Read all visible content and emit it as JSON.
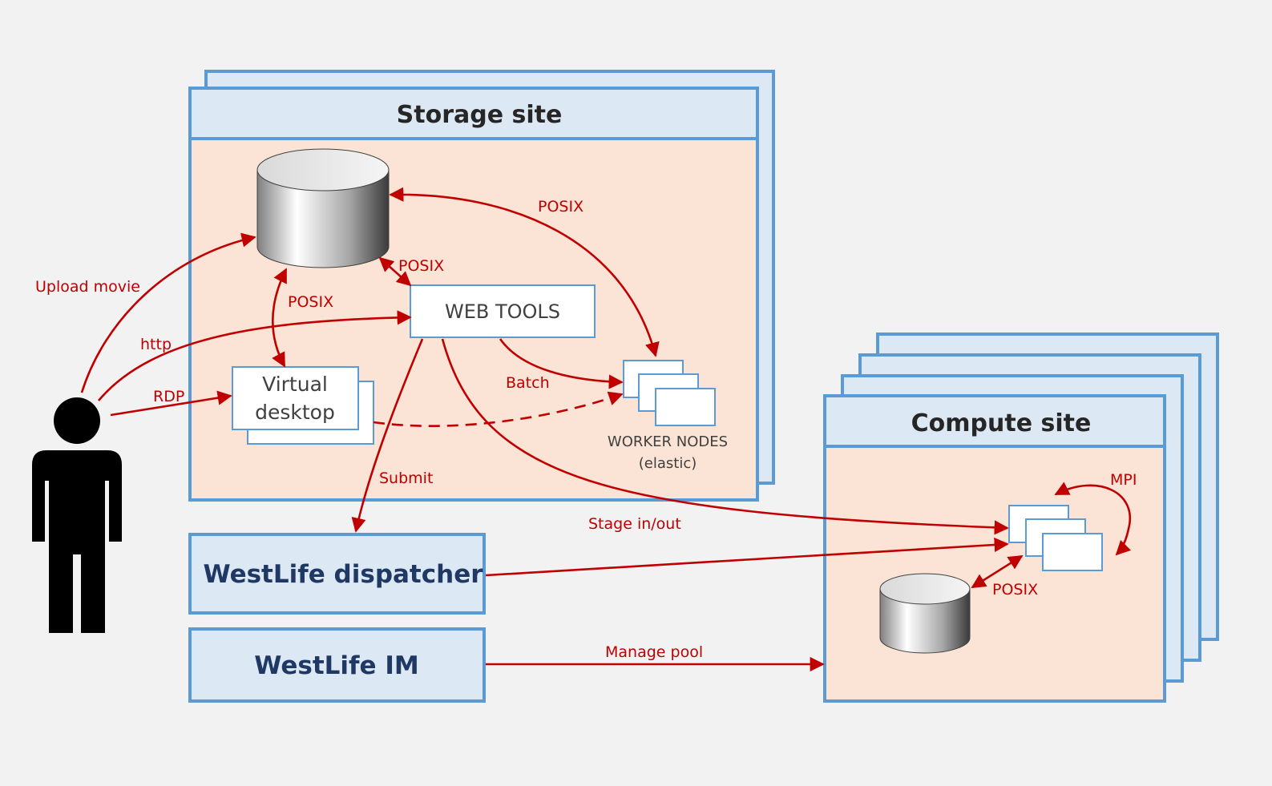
{
  "storage_site": {
    "title": "Storage site"
  },
  "compute_site": {
    "title": "Compute site"
  },
  "web_tools": {
    "label": "WEB TOOLS"
  },
  "virtual_desktop": {
    "line1": "Virtual",
    "line2": "desktop"
  },
  "worker_nodes": {
    "line1": "WORKER NODES",
    "line2": "(elastic)"
  },
  "dispatcher": {
    "label": "WestLife dispatcher"
  },
  "im": {
    "label": "WestLife IM"
  },
  "edges": {
    "upload_movie": "Upload movie",
    "http": "http",
    "rdp": "RDP",
    "posix_top": "POSIX",
    "posix_webtools": "POSIX",
    "posix_desktop": "POSIX",
    "batch": "Batch",
    "submit": "Submit",
    "stage": "Stage in/out",
    "manage_pool": "Manage pool",
    "mpi": "MPI",
    "posix_compute": "POSIX"
  },
  "colors": {
    "background": "#f2f2f2",
    "box_border": "#5b9bd5",
    "header_fill": "#dde8f5",
    "site_body_fill": "#fbe4d5",
    "arrow": "#c00000",
    "box_title_text": "#1f3864"
  }
}
